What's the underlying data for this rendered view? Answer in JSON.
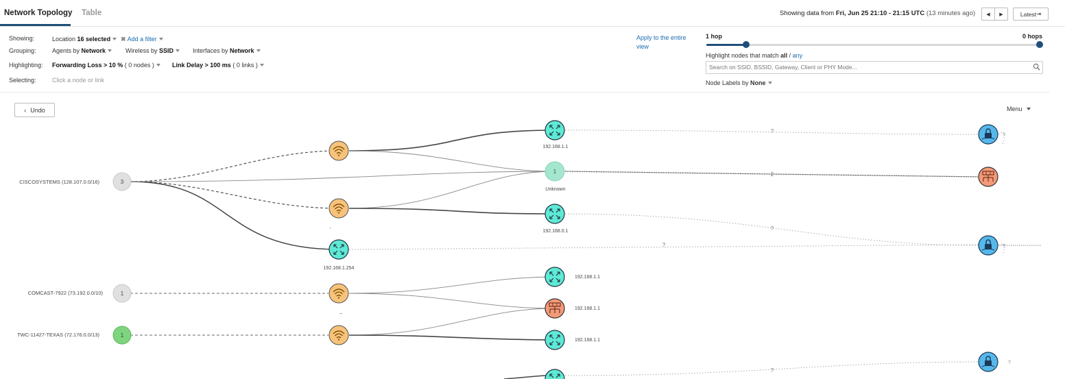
{
  "tabs": {
    "active": "Network Topology",
    "inactive": "Table"
  },
  "header": {
    "showing_prefix": "Showing data from ",
    "range": "Fri, Jun 25 21:10 - 21:15 UTC",
    "ago": "(13 minutes ago)",
    "latest_label": "Latest"
  },
  "filters": {
    "showing_label": "Showing:",
    "location_prefix": "Location ",
    "location_value": "16 selected",
    "add_filter": "Add a filter",
    "grouping_label": "Grouping:",
    "agents_prefix": "Agents by ",
    "agents_value": "Network",
    "wireless_prefix": "Wireless by ",
    "wireless_value": "SSID",
    "interfaces_prefix": "Interfaces by ",
    "interfaces_value": "Network",
    "highlighting_label": "Highlighting:",
    "forwarding_loss_label": "Forwarding Loss > 10 %",
    "forwarding_loss_count": "( 0 nodes )",
    "link_delay_label": "Link Delay > 100 ms",
    "link_delay_count": "( 0 links )",
    "selecting_label": "Selecting:",
    "selecting_placeholder": "Click a node or link",
    "apply_entire_view": "Apply to the entire view"
  },
  "hops": {
    "left_label": "1 hop",
    "right_label": "0 hops",
    "left_fraction": 0.12,
    "right_fraction": 1.0
  },
  "highlight": {
    "prefix": "Highlight nodes that match ",
    "all": "all",
    "separator": " / ",
    "any": "any",
    "search_placeholder": "Search on SSID, BSSID, Gateway, Client or PHY Mode..."
  },
  "node_labels": {
    "prefix": "Node Labels by ",
    "value": "None"
  },
  "toolbar": {
    "undo_label": "Undo",
    "menu_label": "Menu"
  },
  "topology": {
    "groups": [
      {
        "label": "CISCOSYSTEMS (128.107.0.0/16)",
        "count": "3"
      },
      {
        "label": "COMCAST-7922 (73.192.0.0/10)",
        "count": "1"
      },
      {
        "label": "TWC-11427-TEXAS (72.176.0.0/13)",
        "count": "1"
      }
    ],
    "node_labels": {
      "gw_top": "192.168.1.1",
      "unknown_count": "1",
      "unknown": "Unknown",
      "gw_mid": "192.168.0.1",
      "gw_254": "192.168.1.254",
      "wifi2_label": "-",
      "wifi4_label": "_",
      "r1": "192.168.1.1",
      "r2": "192.168.1.1",
      "r3": "192.168.1.1"
    },
    "edge_labels": [
      "?",
      "2",
      "?",
      "?",
      "?"
    ],
    "far_right_marks": [
      "?",
      "?",
      "?"
    ],
    "colors": {
      "wifi": "#f7c27a",
      "router": "#5eead4",
      "lock": "#56b7ea",
      "firewall": "#f39a78",
      "unknown": "#a5e6cf",
      "gray_agent": "#e0e0e0",
      "green_agent": "#7fd47f"
    }
  }
}
